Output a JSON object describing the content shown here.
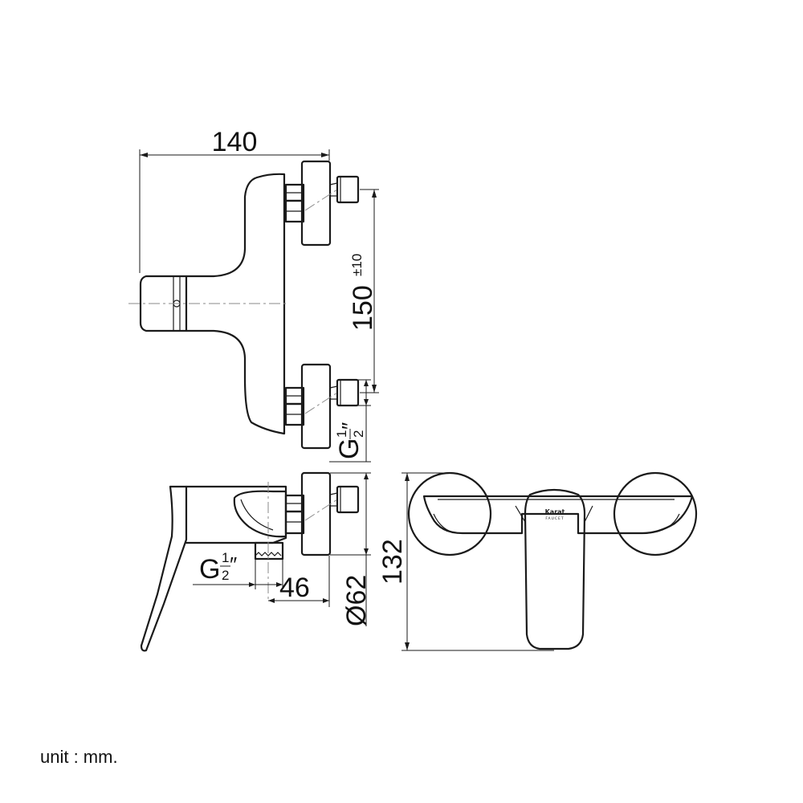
{
  "dimensions": {
    "width_total": "140",
    "inlet_spacing": "150",
    "inlet_spacing_tolerance": "±10",
    "thread_letter": "G",
    "thread_num": "1",
    "thread_den": "2",
    "thread_mark": "″",
    "depth": "46",
    "flange_diameter": "Ø62",
    "height": "132"
  },
  "brand": {
    "name": "Karat",
    "sub": "FAUCET"
  },
  "unit_label": "unit : mm."
}
